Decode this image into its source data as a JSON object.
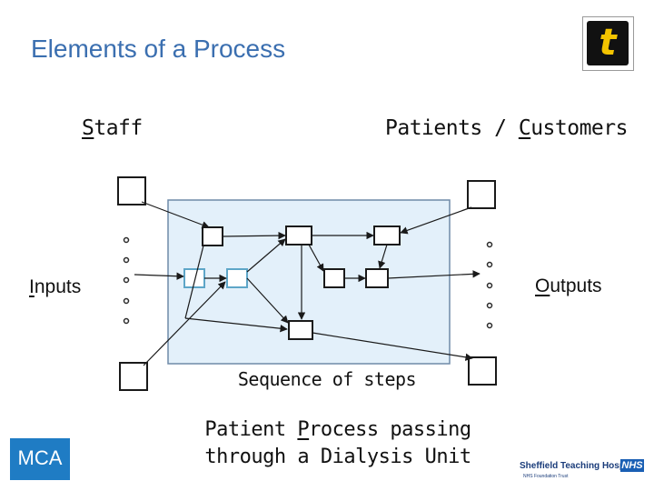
{
  "header": {
    "title": "Elements of a Process"
  },
  "labels": {
    "staff_first": "S",
    "staff_rest": "taff",
    "patients_a": "Patients / ",
    "patients_c": "C",
    "patients_b": "ustomers",
    "inputs_first": "I",
    "inputs_rest": "nputs",
    "outputs_first": "O",
    "outputs_rest": "utputs",
    "sequence": "Sequence of steps"
  },
  "caption": {
    "line1_a": "Patient ",
    "line1_p": "P",
    "line1_b": "rocess passing",
    "line2": "through a Dialysis Unit"
  },
  "logos": {
    "top_right_glyph": "t",
    "bottom_left_text": "MCA",
    "nhs_trust_name": "Sheffield Teaching Hospitals",
    "nhs_badge": "NHS",
    "nhs_subtitle": "NHS Foundation Trust"
  },
  "colors": {
    "title": "#3b6fb0",
    "process_fill": "#e3f0fa",
    "process_border": "#6f8aa8",
    "input_step_border": "#5ea6c8"
  }
}
